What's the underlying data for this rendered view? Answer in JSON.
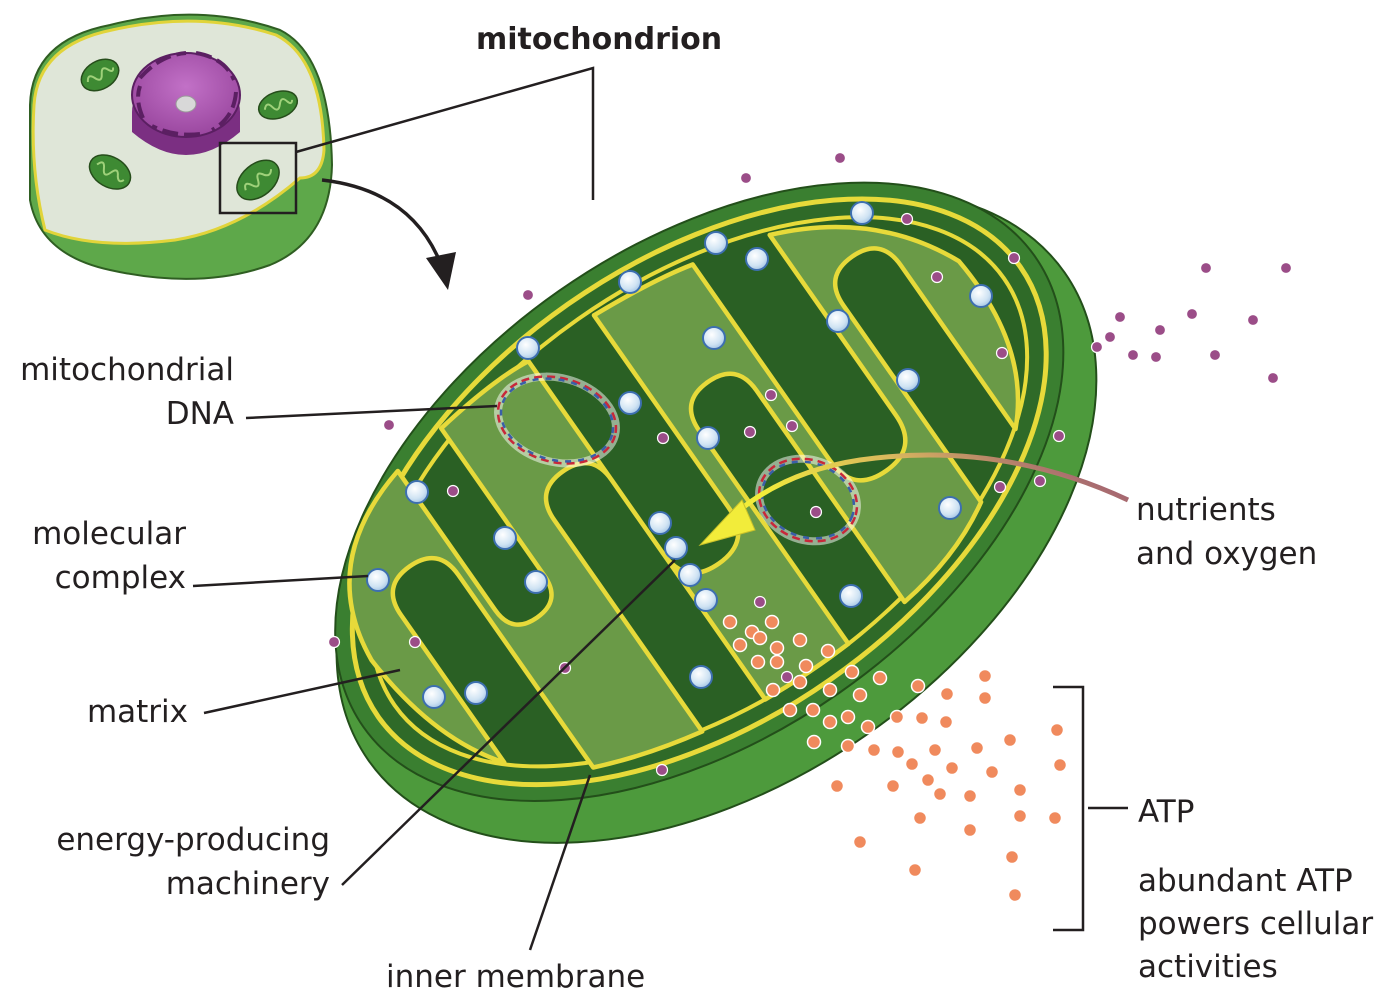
{
  "title": "mitochondrion",
  "labels": {
    "mt_dna_1": "mitochondrial",
    "mt_dna_2": "DNA",
    "molecular_1": "molecular",
    "molecular_2": "complex",
    "matrix": "matrix",
    "energy_1": "energy-producing",
    "energy_2": "machinery",
    "inner_membrane": "inner membrane",
    "nutrients_1": "nutrients",
    "nutrients_2": "and oxygen",
    "atp": "ATP",
    "abundant_1": "abundant ATP",
    "abundant_2": "powers cellular",
    "abundant_3": "activities"
  },
  "colors": {
    "outer_membrane": "#3f8a34",
    "outer_membrane_light": "#5aa646",
    "intermembrane": "#2e6b28",
    "matrix": "#6a9a47",
    "matrix_light": "#85ad5a",
    "membrane_line": "#e7da3a",
    "nucleus": "#a14fa8",
    "nutrient_dot": "#9b4d88",
    "atp_dot": "#f08a5d",
    "complex_dot": "#cfe3f3",
    "dna_red": "#c8283a",
    "dna_blue": "#3a5fa8",
    "arrow_yellow": "#f2ec3a"
  }
}
